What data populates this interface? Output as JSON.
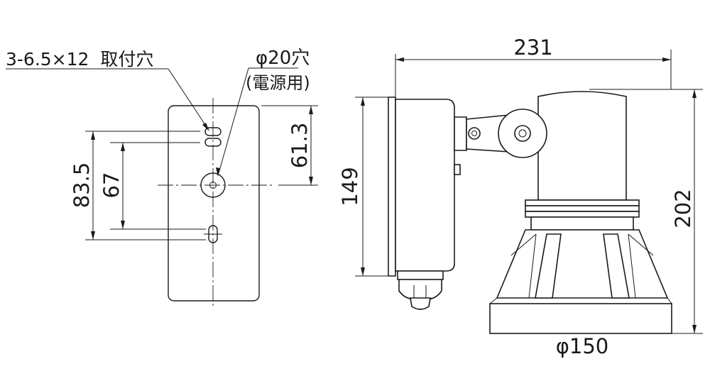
{
  "plate_view": {
    "hole_label": "3-6.5×12  取付穴",
    "cable_hole_label": "φ20穴",
    "cable_hole_sub": "(電源用)",
    "dim_center_to_hole": "61.3",
    "dim_outer_holes": "83.5",
    "dim_inner_holes": "67"
  },
  "side_view": {
    "dim_width": "231",
    "dim_height": "202",
    "dim_box_height": "149",
    "dim_base_diameter": "φ150"
  },
  "colors": {
    "line": "#1a1a1a",
    "background": "#ffffff"
  }
}
